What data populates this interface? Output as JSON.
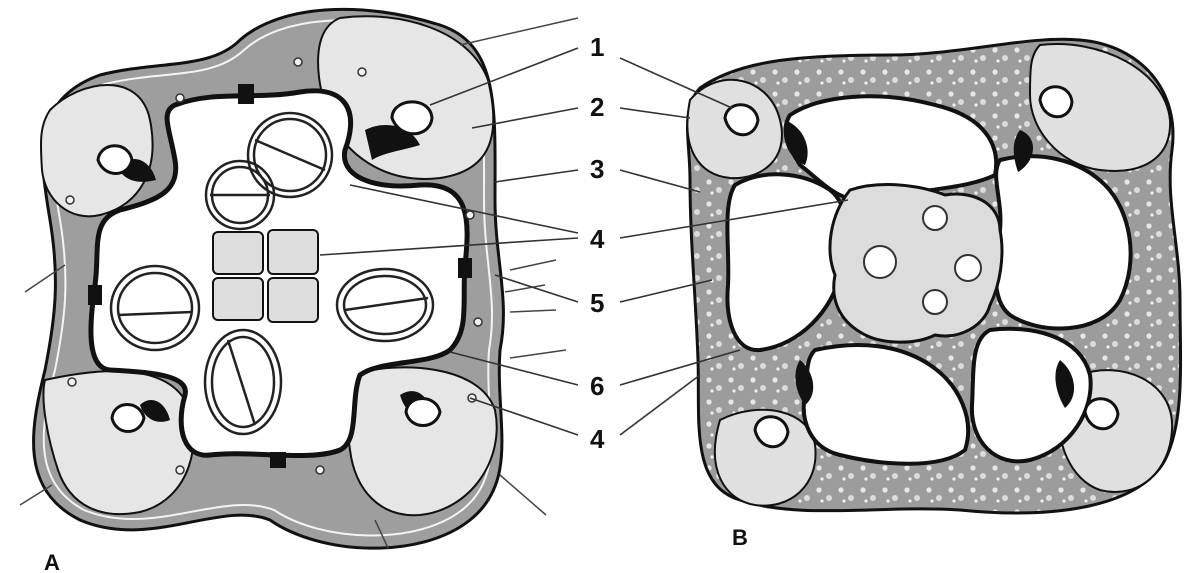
{
  "labels": {
    "n1": "1",
    "n2": "2",
    "n3": "3",
    "n4a": "4",
    "n5": "5",
    "n6": "6",
    "n4b": "4"
  },
  "panels": {
    "a": "A",
    "b": "B"
  },
  "colors": {
    "outline": "#111111",
    "light_fill": "#e4e4e4",
    "dark_fill": "#9a9a9a",
    "background": "#ffffff"
  }
}
